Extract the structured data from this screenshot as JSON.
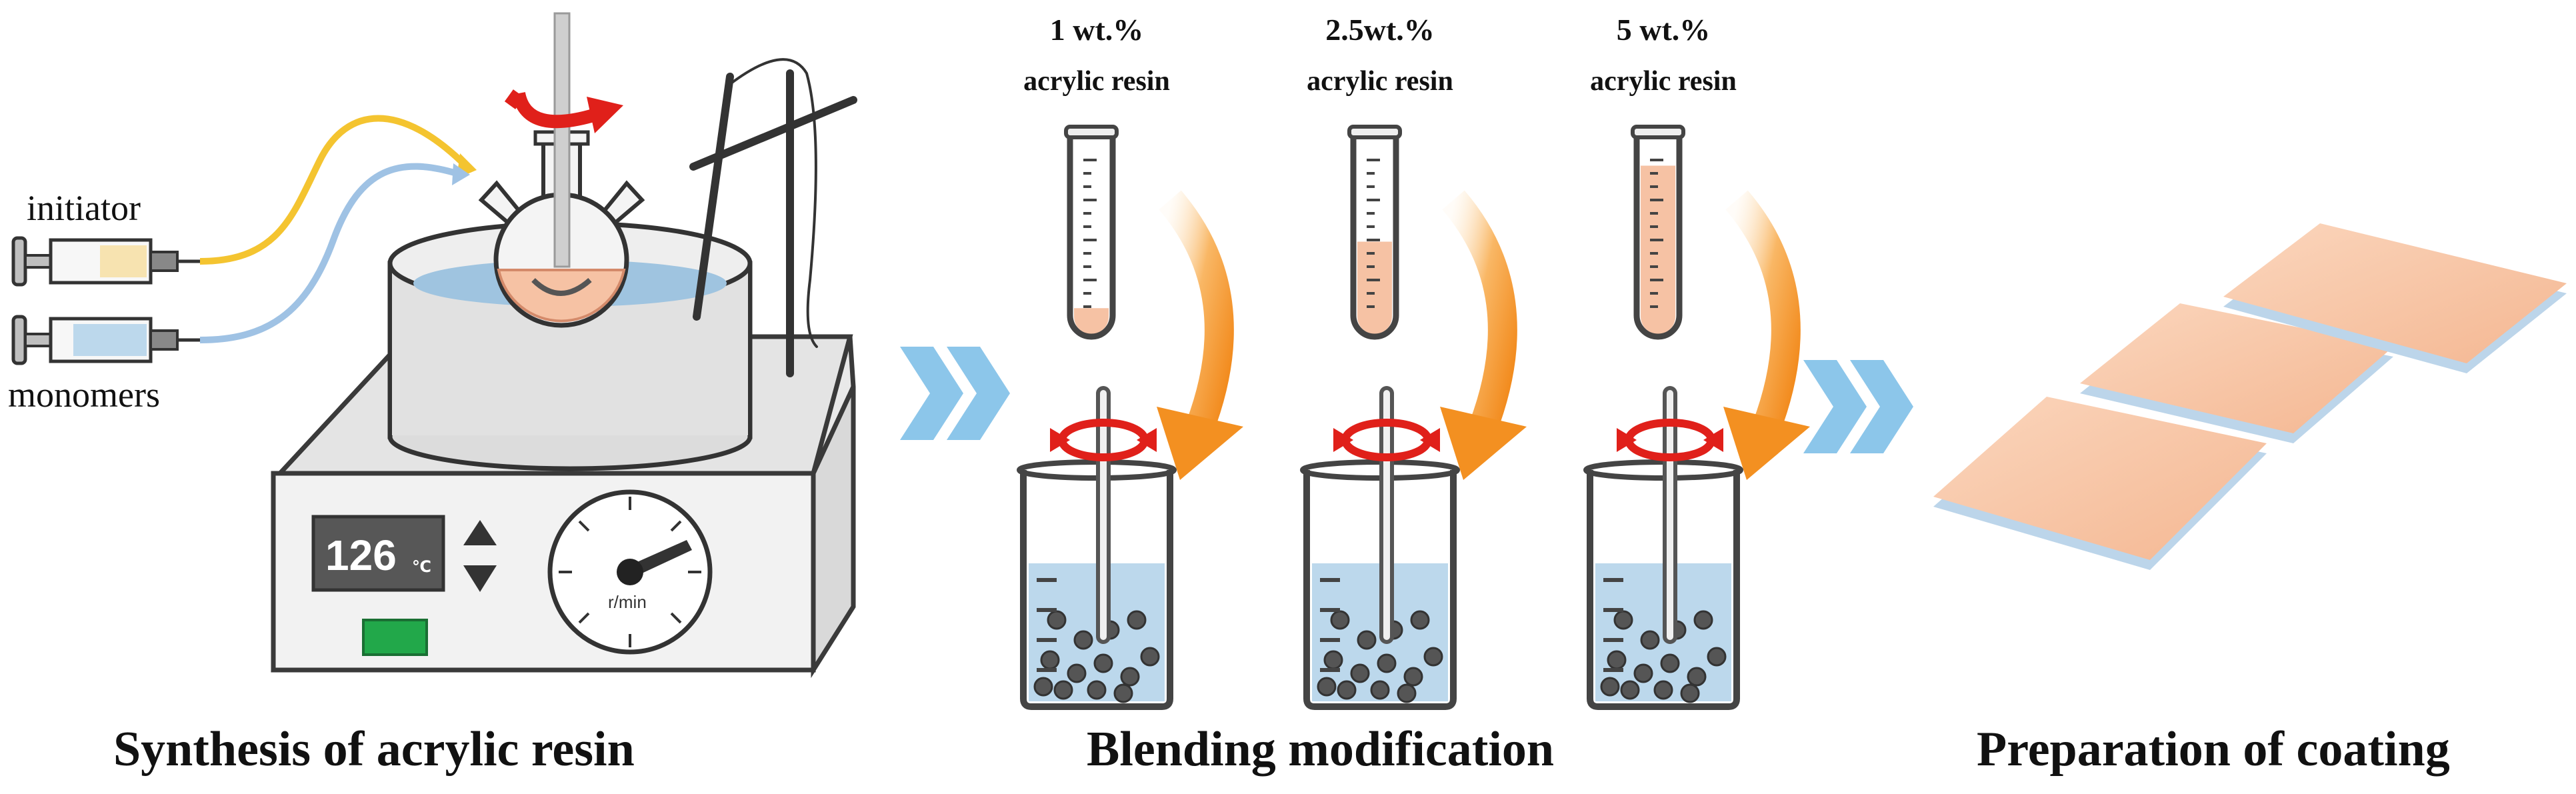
{
  "stages": {
    "synthesis": {
      "title": "Synthesis of acrylic resin",
      "syringe_top": "initiator",
      "syringe_bottom": "monomers",
      "display_value": "126",
      "display_unit": "℃",
      "gauge_unit": "r/min"
    },
    "blending": {
      "title": "Blending modification",
      "tubes": [
        {
          "pct": "1 wt.%",
          "name": "acrylic resin",
          "fill_level": 0.15
        },
        {
          "pct": "2.5wt.%",
          "name": "acrylic resin",
          "fill_level": 0.5
        },
        {
          "pct": "5 wt.%",
          "name": "acrylic resin",
          "fill_level": 0.9
        }
      ]
    },
    "coating": {
      "title": "Preparation of coating"
    }
  },
  "colors": {
    "resin": "#f6c2a4",
    "liquid": "#bcd8ec",
    "initiator_line": "#f4c430",
    "monomer_line": "#9fc2e4",
    "stir_arrow": "#e0201a",
    "orange_arrow": "#f39021",
    "chevron": "#8cc6ea",
    "button": "#22a84a",
    "display": "#555555"
  }
}
